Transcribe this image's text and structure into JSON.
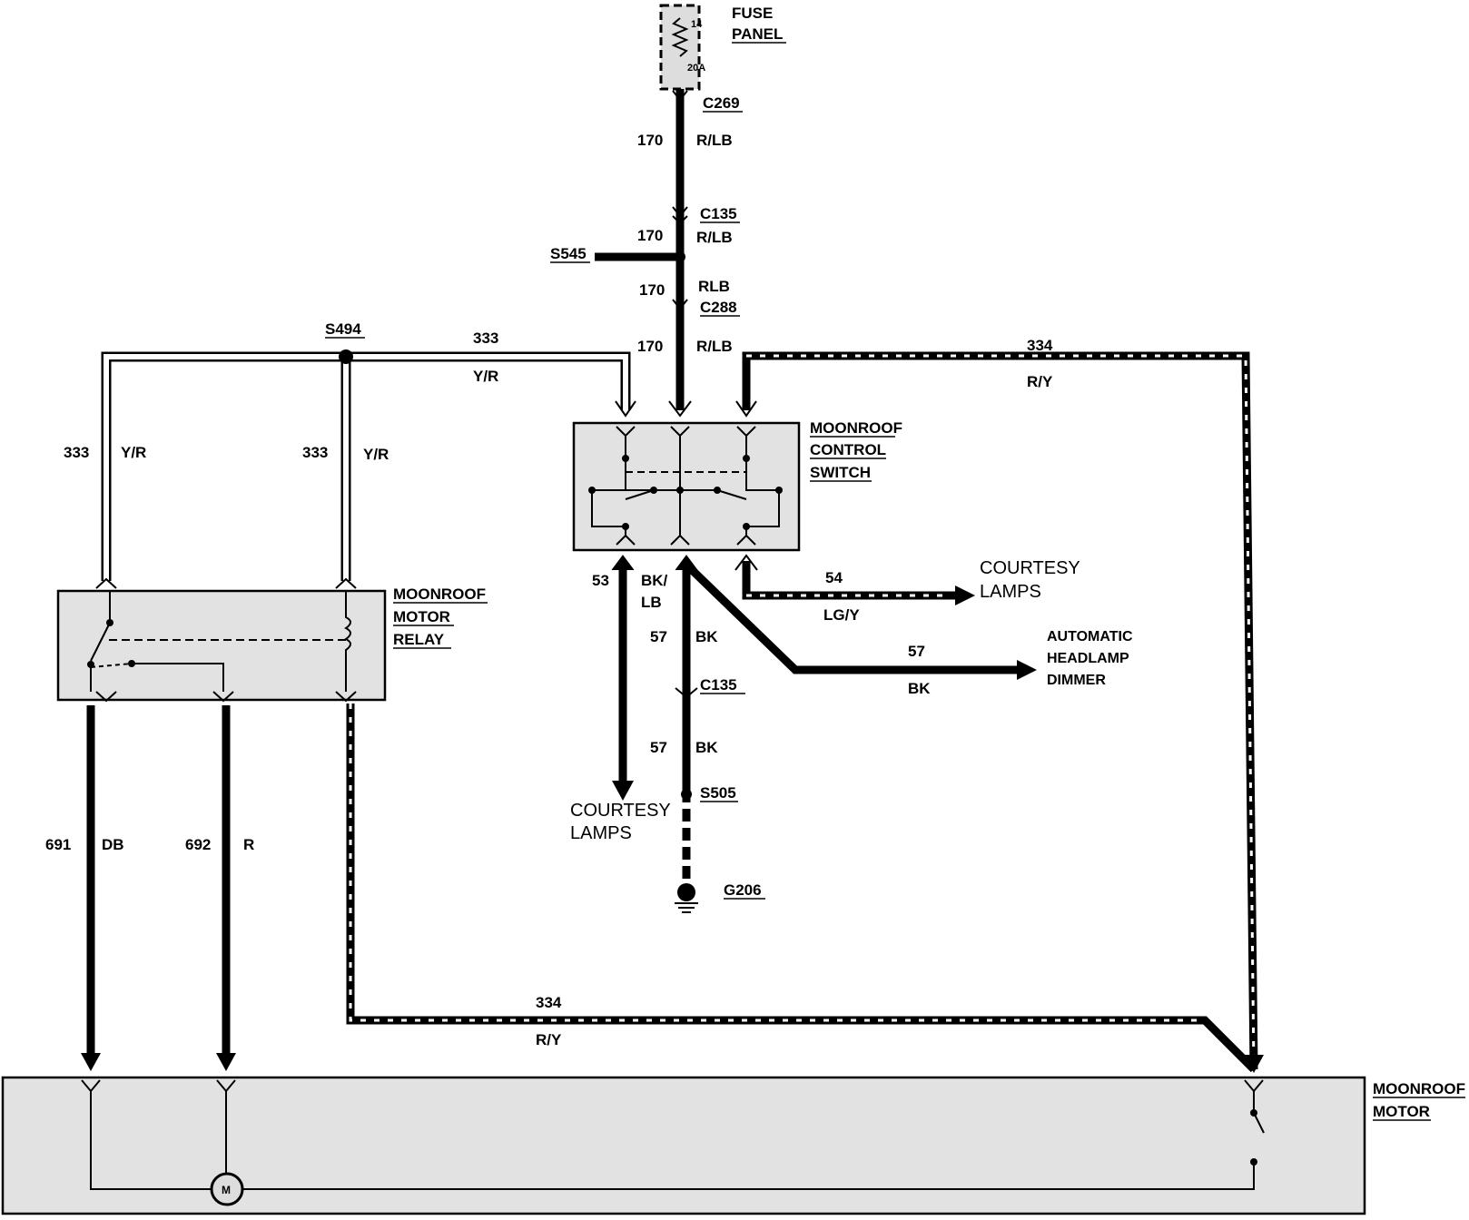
{
  "components": {
    "fuse_panel": {
      "line1": "FUSE",
      "line2": "PANEL",
      "fuse_number": "14",
      "fuse_rating": "20A"
    },
    "moonroof_control_switch": {
      "line1": "MOONROOF",
      "line2": "CONTROL",
      "line3": "SWITCH"
    },
    "moonroof_motor_relay": {
      "line1": "MOONROOF",
      "line2": "MOTOR",
      "line3": "RELAY"
    },
    "moonroof_motor": {
      "line1": "MOONROOF",
      "line2": "MOTOR",
      "motor_symbol": "M"
    }
  },
  "connectors": {
    "c269": "C269",
    "c135_upper": "C135",
    "c288": "C288",
    "c135_lower": "C135"
  },
  "splices": {
    "s545": "S545",
    "s494": "S494",
    "s505": "S505"
  },
  "grounds": {
    "g206": "G206"
  },
  "wires": {
    "w170_a": {
      "circuit": "170",
      "color": "R/LB"
    },
    "w170_b": {
      "circuit": "170",
      "color": "R/LB"
    },
    "w170_c": {
      "circuit": "170",
      "color": "RLB"
    },
    "w170_d": {
      "circuit": "170",
      "color": "R/LB"
    },
    "w333_top": {
      "circuit": "333",
      "color": "Y/R"
    },
    "w333_left": {
      "circuit": "333",
      "color": "Y/R"
    },
    "w333_mid": {
      "circuit": "333",
      "color": "Y/R"
    },
    "w334_top": {
      "circuit": "334",
      "color": "R/Y"
    },
    "w334_bottom": {
      "circuit": "334",
      "color": "R/Y"
    },
    "w53": {
      "circuit": "53",
      "color_line1": "BK/",
      "color_line2": "LB"
    },
    "w57_a": {
      "circuit": "57",
      "color": "BK"
    },
    "w57_b": {
      "circuit": "57",
      "color": "BK"
    },
    "w57_dimmer": {
      "circuit": "57",
      "color": "BK"
    },
    "w54": {
      "circuit": "54",
      "color": "LG/Y"
    },
    "w691": {
      "circuit": "691",
      "color": "DB"
    },
    "w692": {
      "circuit": "692",
      "color": "R"
    }
  },
  "destinations": {
    "courtesy_lamps_right": {
      "line1": "COURTESY",
      "line2": "LAMPS"
    },
    "courtesy_lamps_bottom": {
      "line1": "COURTESY",
      "line2": "LAMPS"
    },
    "headlamp_dimmer": {
      "line1": "AUTOMATIC",
      "line2": "HEADLAMP",
      "line3": "DIMMER"
    }
  }
}
